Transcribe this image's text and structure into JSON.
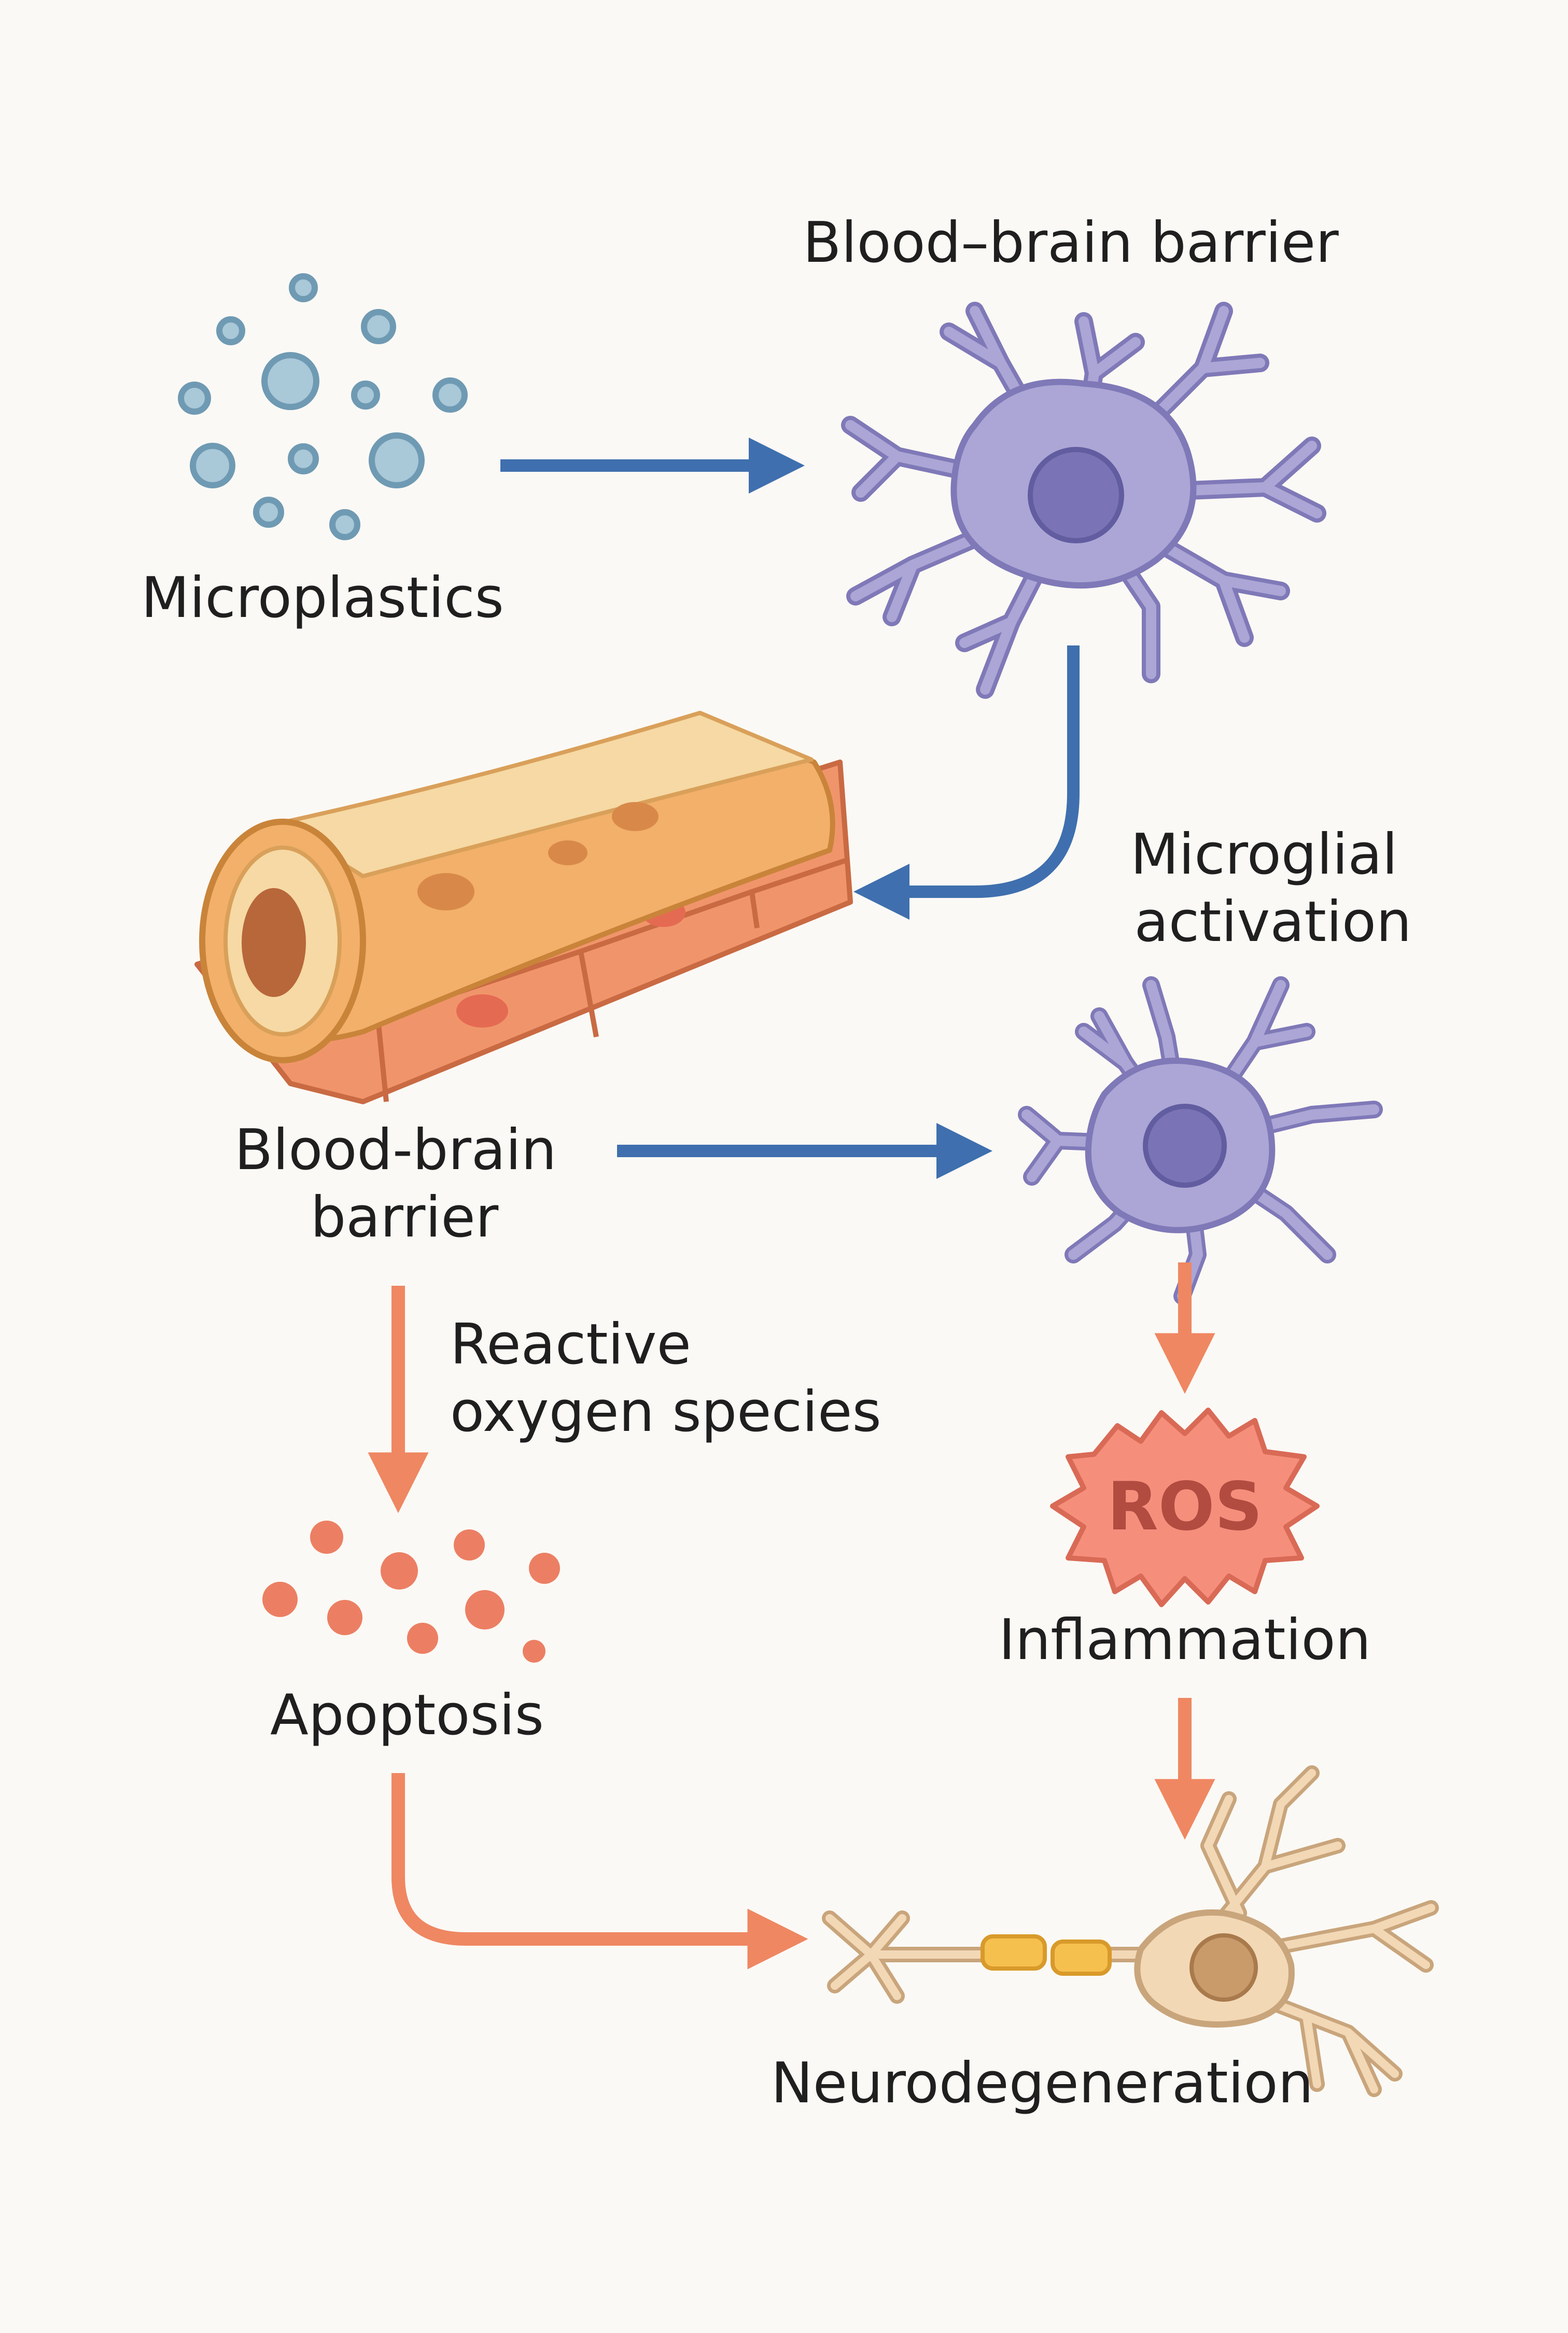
{
  "labels": {
    "microplastics": "Microplastics",
    "bbb_top": "Blood–brain barrier",
    "microglial_line1": "Microglial",
    "microglial_line2": "activation",
    "bbb_mid_line1": "Blood-brain",
    "bbb_mid_line2": "barrier",
    "ros_line1": "Reactive",
    "ros_line2": "oxygen species",
    "ros_badge": "ROS",
    "inflammation": "Inflammation",
    "apoptosis": "Apoptosis",
    "neurodegeneration": "Neurodegeneration"
  },
  "icons": {
    "microplastics": "particle-cluster-icon",
    "glial_cell_top": "microglia-cell-icon",
    "vessel": "blood-vessel-icon",
    "glial_cell_mid": "activated-microglia-icon",
    "ros": "starburst-icon",
    "apoptosis": "apoptotic-bodies-icon",
    "neuron": "neuron-icon"
  },
  "colors": {
    "background": "#fbf9f5",
    "blue_arrow": "#3f6fae",
    "orange_arrow": "#ef8762",
    "glia_fill": "#aba6d5",
    "glia_stroke": "#7f79b8",
    "glia_nucleus": "#7a74b6",
    "particle_fill": "#a9c8d8",
    "particle_stroke": "#6f9ab3",
    "vessel_outer": "#f2b06a",
    "vessel_layer": "#f6d9a4",
    "vessel_cells": "#f0956b",
    "ros_fill": "#f58f7c",
    "apoptosis_dots": "#ec7f63",
    "neuron_fill": "#f3d8b6",
    "myelin": "#f6c04f"
  }
}
